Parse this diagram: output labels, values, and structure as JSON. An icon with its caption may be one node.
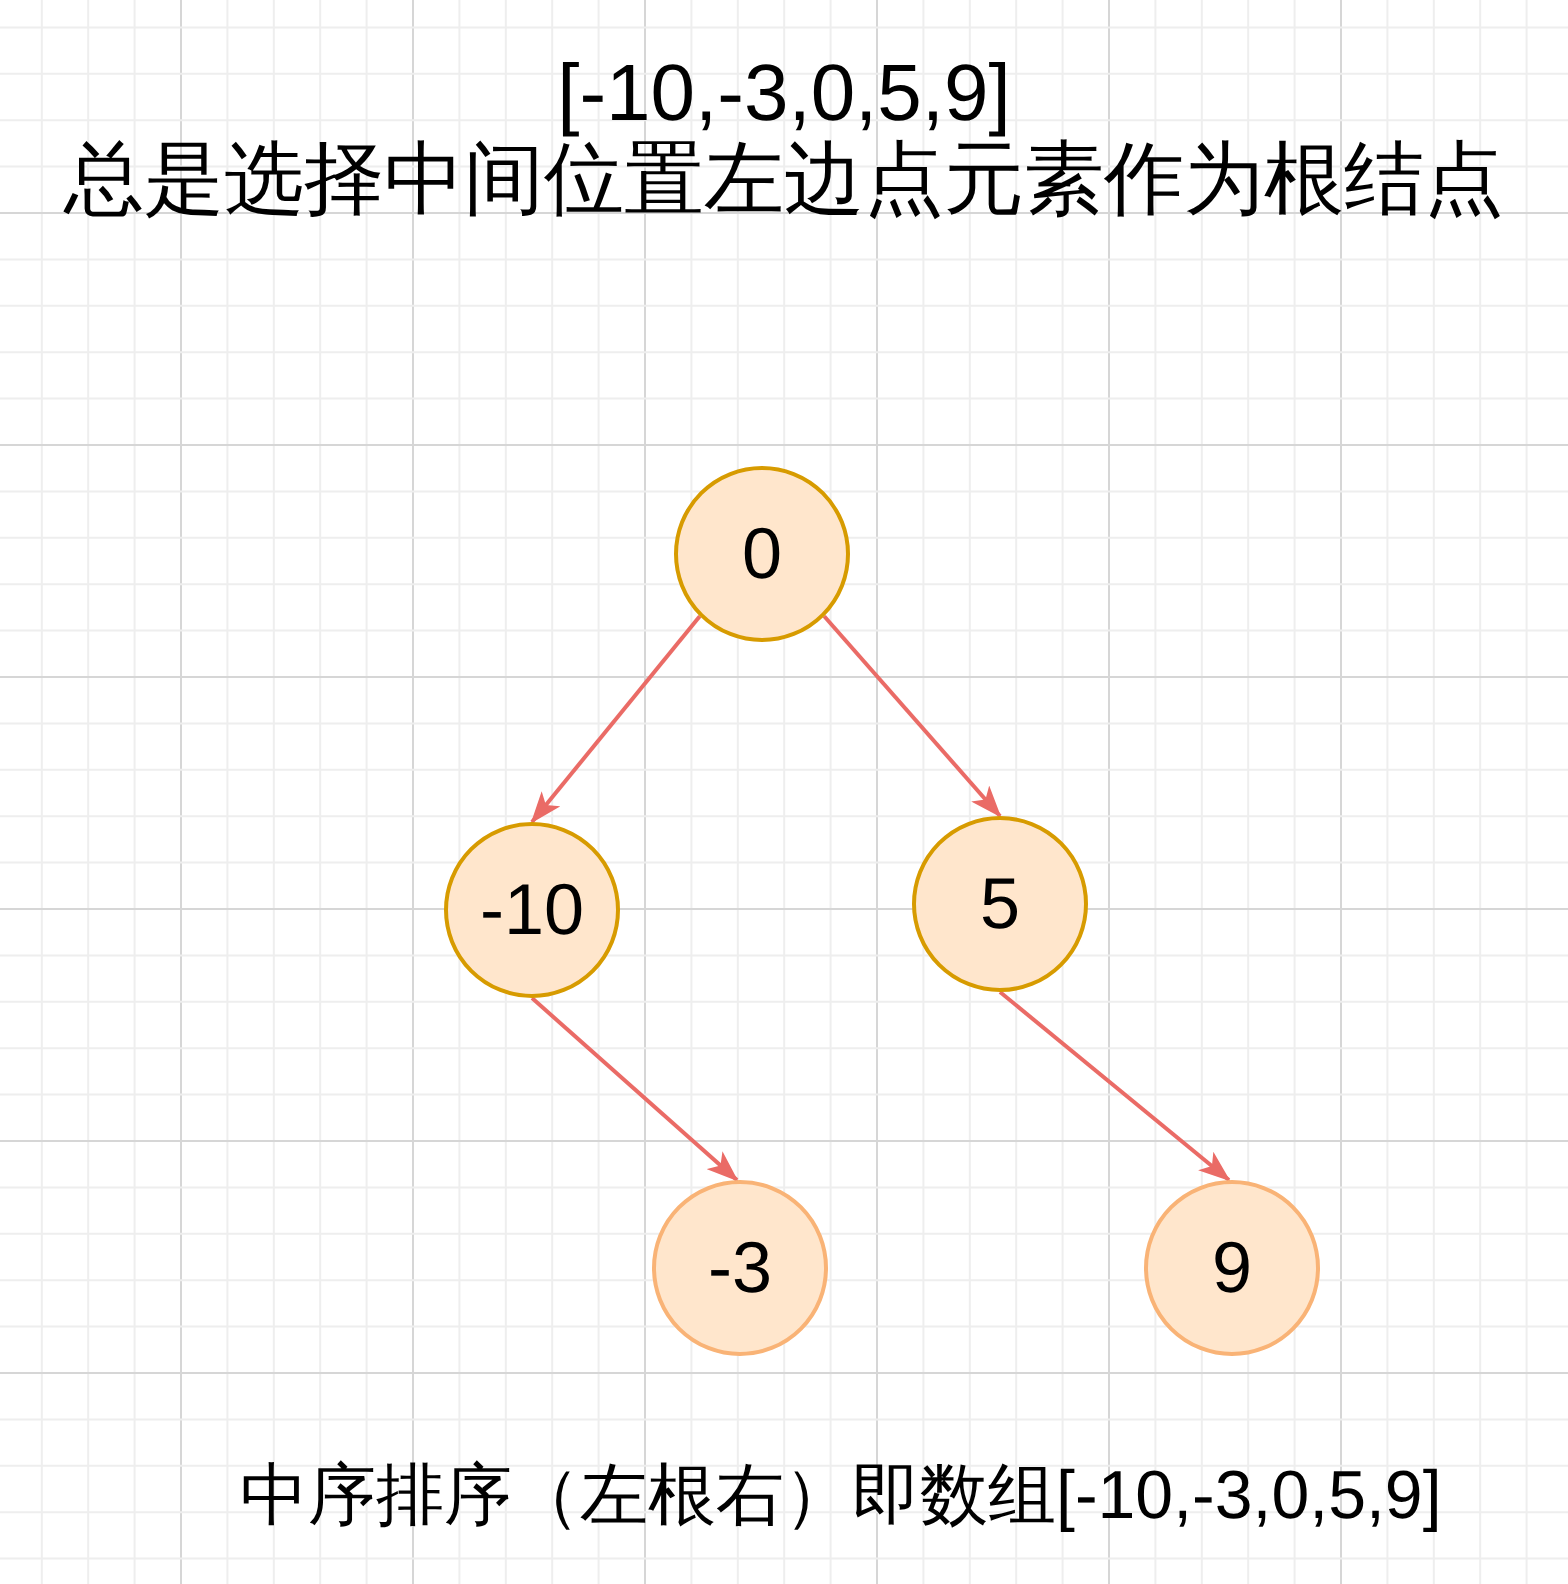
{
  "diagram": {
    "title": "[-10,-3,0,5,9]",
    "caption": "中序排序（左根右）即数组[-10,-3,0,5,9]",
    "nodes": [
      {
        "text": [
          "0"
        ]
      },
      {
        "text": [
          "-10"
        ]
      },
      {
        "text": [
          "5"
        ]
      },
      {
        "text": [
          "-3"
        ]
      },
      {
        "text": [
          "9"
        ]
      }
    ],
    "edges": [
      {
        "from": 0,
        "to": 1,
        "arrow": "to"
      },
      {
        "from": 0,
        "to": 2,
        "arrow": "to"
      },
      {
        "from": 1,
        "to": 3,
        "arrow": "to"
      },
      {
        "from": 2,
        "to": 4,
        "arrow": "to"
      }
    ],
    "labels": [
      "总是选择中间位置左边点元素作为根结点"
    ]
  }
}
